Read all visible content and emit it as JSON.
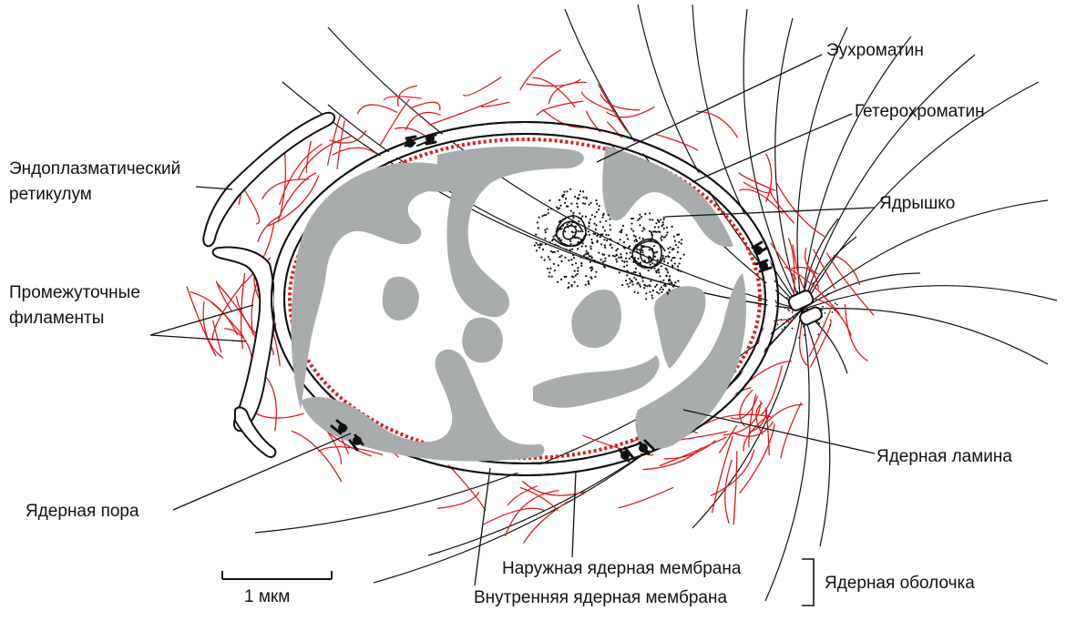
{
  "labels": {
    "euchromatin": "Эухроматин",
    "heterochromatin": "Гетерохроматин",
    "er_line1": "Эндоплазматический",
    "er_line2": "ретикулум",
    "nucleolus": "Ядрышко",
    "filaments_line1": "Промежуточные",
    "filaments_line2": "филаменты",
    "lamina": "Ядерная ламина",
    "pore": "Ядерная пора",
    "outer_membrane": "Наружная ядерная мембрана",
    "inner_membrane": "Внутренняя ядерная мембрана",
    "envelope": "Ядерная оболочка",
    "scale": "1 мкм"
  },
  "colors": {
    "ink": "#111111",
    "filament": "#e11a1a",
    "chromatin": "#a9acad",
    "lamina": "#e11a1a"
  }
}
